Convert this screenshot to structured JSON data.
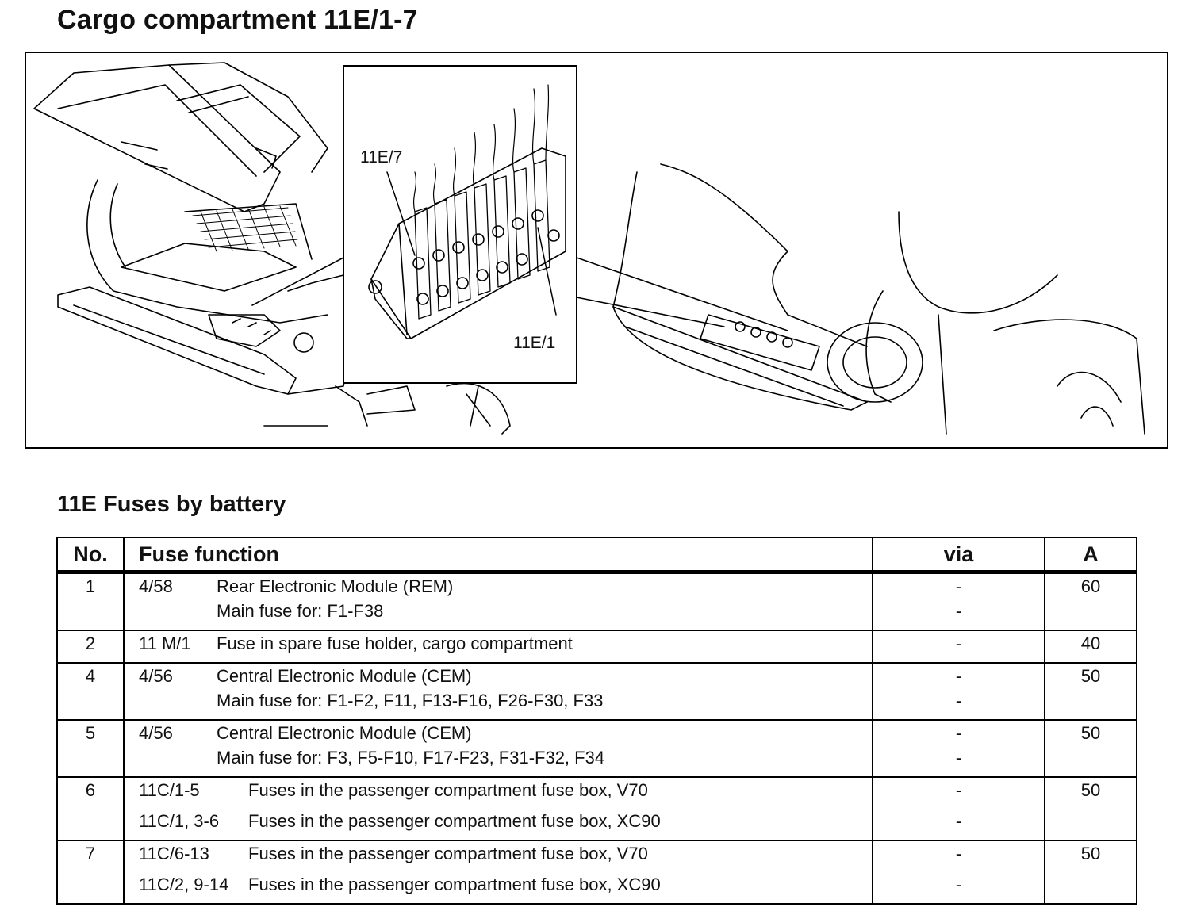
{
  "title": "Cargo compartment 11E/1-7",
  "figure": {
    "callouts": [
      "11E/7",
      "11E/1"
    ]
  },
  "section_title": "11E Fuses by battery",
  "table": {
    "headers": {
      "no": "No.",
      "function": "Fuse function",
      "via": "via",
      "amp": "A"
    },
    "rows": [
      {
        "no": "1",
        "amp": "60",
        "lines": [
          {
            "ref": "4/58",
            "text": "Rear Electronic Module (REM)",
            "via": "-"
          },
          {
            "ref": "",
            "text": "Main fuse for: F1-F38",
            "via": "-"
          }
        ]
      },
      {
        "no": "2",
        "amp": "40",
        "lines": [
          {
            "ref": "11 M/1",
            "text": "Fuse in spare fuse holder, cargo compartment",
            "via": "-"
          }
        ]
      },
      {
        "no": "4",
        "amp": "50",
        "lines": [
          {
            "ref": "4/56",
            "text": "Central Electronic Module (CEM)",
            "via": "-"
          },
          {
            "ref": "",
            "text": "Main fuse for: F1-F2, F11, F13-F16, F26-F30, F33",
            "via": "-"
          }
        ]
      },
      {
        "no": "5",
        "amp": "50",
        "lines": [
          {
            "ref": "4/56",
            "text": "Central Electronic Module (CEM)",
            "via": "-"
          },
          {
            "ref": "",
            "text": "Main fuse for: F3, F5-F10, F17-F23, F31-F32, F34",
            "via": "-"
          }
        ]
      },
      {
        "no": "6",
        "amp": "50",
        "lines": [
          {
            "ref": "11C/1-5",
            "text": "Fuses in the passenger compartment fuse box, V70",
            "via": "-"
          },
          {
            "ref": "11C/1, 3-6",
            "text": "Fuses in the passenger compartment fuse box, XC90",
            "via": "-"
          }
        ]
      },
      {
        "no": "7",
        "amp": "50",
        "lines": [
          {
            "ref": "11C/6-13",
            "text": "Fuses in the passenger compartment fuse box, V70",
            "via": "-"
          },
          {
            "ref": "11C/2, 9-14",
            "text": "Fuses in the passenger compartment fuse box, XC90",
            "via": "-"
          }
        ]
      }
    ]
  }
}
